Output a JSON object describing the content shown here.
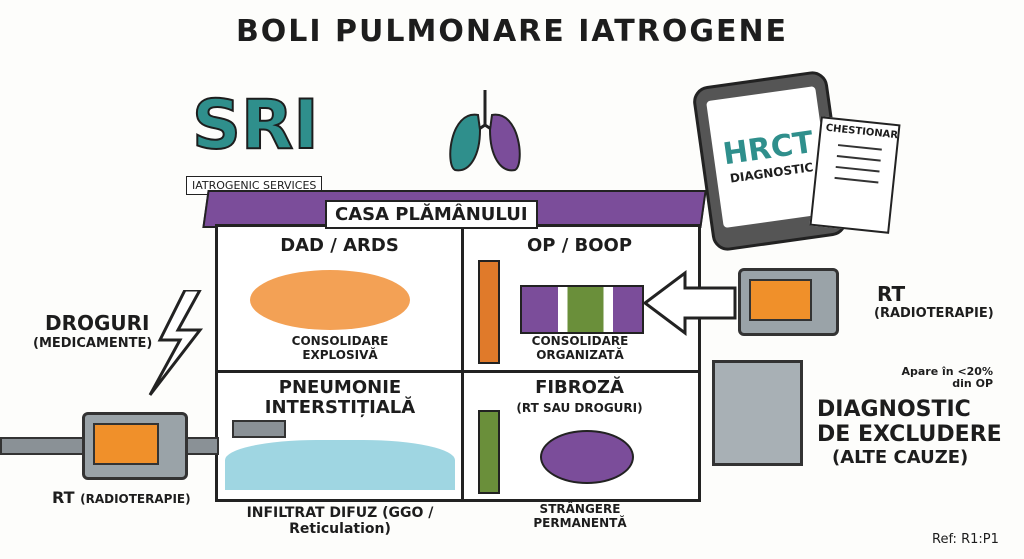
{
  "title": "BOLI PULMONARE IATROGENE",
  "logo": {
    "name": "SRI",
    "subtitle": "IATROGENIC SERVICES"
  },
  "house": {
    "label": "CASA PLĂMÂNULUI"
  },
  "rooms": [
    {
      "title": "DAD / ARDS",
      "caption": "CONSOLIDARE EXPLOSIVĂ",
      "color": "#f08a2a"
    },
    {
      "title": "OP / BOOP",
      "caption": "CONSOLIDARE ORGANIZATĂ",
      "color": "#7b4d9a"
    },
    {
      "title": "PNEUMONIE INTERSTIȚIALĂ",
      "caption": "INFILTRAT DIFUZ (GGO / Reticulation)",
      "color": "#7cc8d8"
    },
    {
      "title": "FIBROZĂ",
      "subtitle": "(RT SAU DROGURI)",
      "caption": "STRÂNGERE PERMANENTĂ",
      "color": "#6a8f3a"
    }
  ],
  "tablet": {
    "title": "HRCT",
    "subtitle": "DIAGNOSTIC",
    "checklist_title": "CHESTIONAR"
  },
  "left": {
    "drugs": "DROGURI",
    "drugs_sub": "(MEDICAMENTE)",
    "rt": "RT",
    "rt_sub": "(RADIOTERAPIE)"
  },
  "right": {
    "rt": "RT",
    "rt_sub": "(RADIOTERAPIE)",
    "note": "Apare în <20% din OP",
    "diag1": "DIAGNOSTIC",
    "diag2": "DE EXCLUDERE",
    "diag3": "(ALTE CAUZE)"
  },
  "ref": "Ref: R1:P1"
}
